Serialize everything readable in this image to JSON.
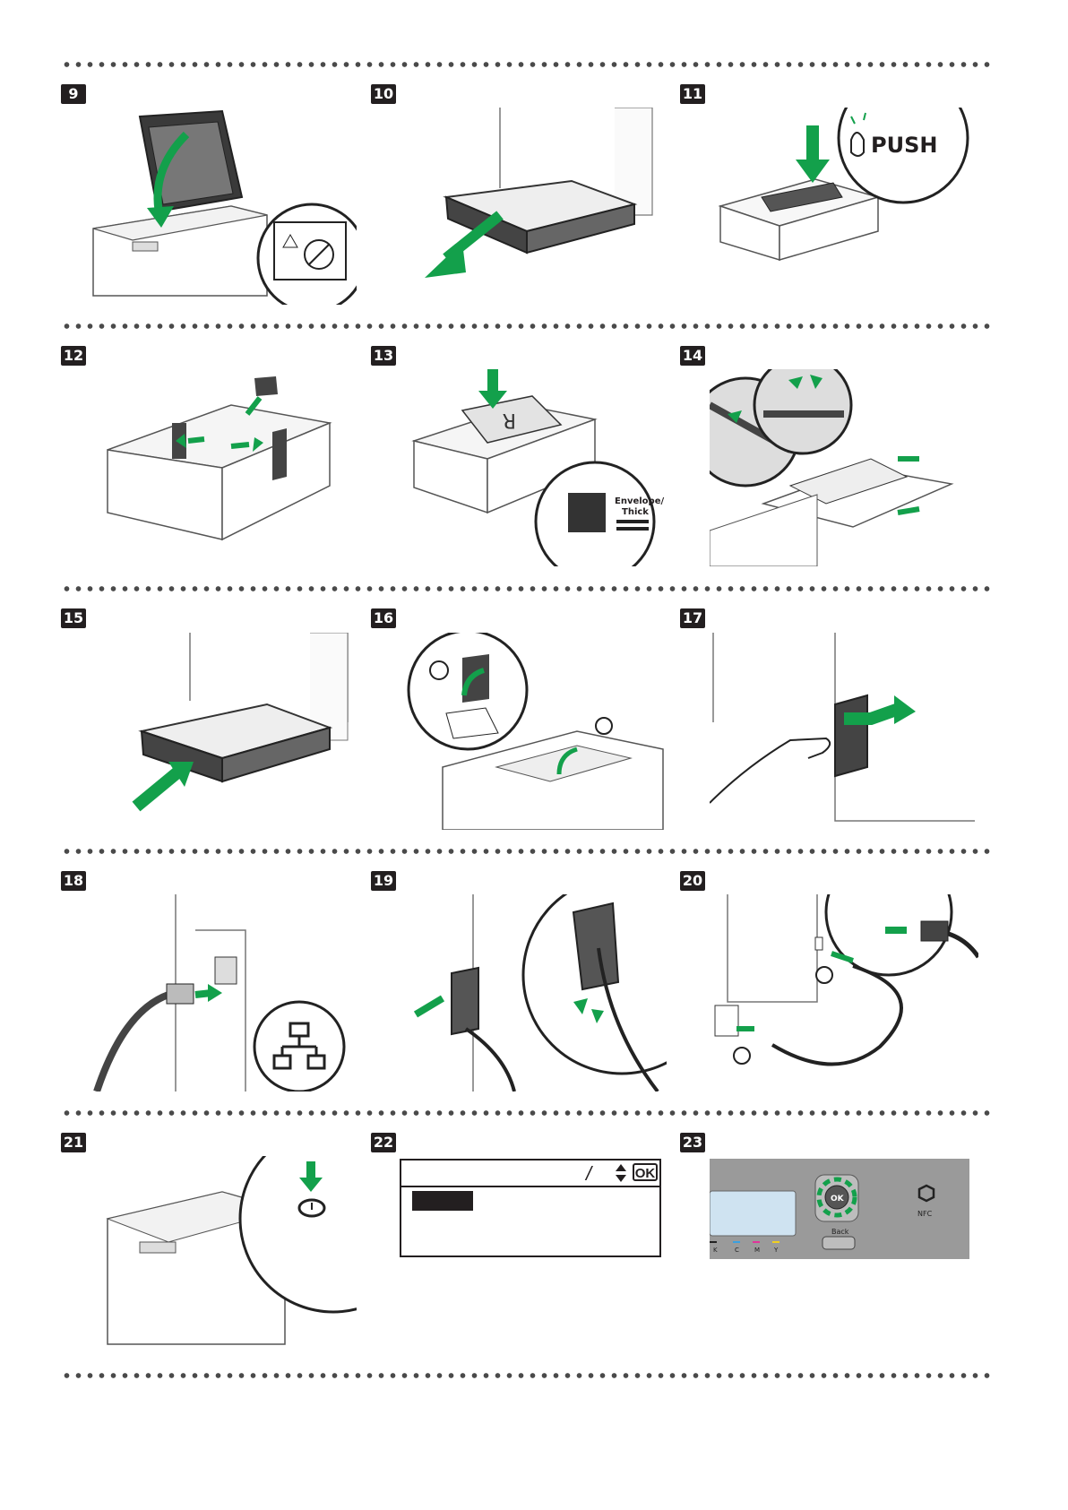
{
  "steps": [
    {
      "num": "9"
    },
    {
      "num": "10"
    },
    {
      "num": "11"
    },
    {
      "num": "12"
    },
    {
      "num": "13"
    },
    {
      "num": "14"
    },
    {
      "num": "15"
    },
    {
      "num": "16"
    },
    {
      "num": "17"
    },
    {
      "num": "18"
    },
    {
      "num": "19"
    },
    {
      "num": "20"
    },
    {
      "num": "21"
    },
    {
      "num": "22"
    },
    {
      "num": "23"
    }
  ],
  "labels": {
    "push": "PUSH",
    "envelope": "Envelope/",
    "thick": "Thick",
    "lcd_ok": "OK",
    "panel_ok": "OK",
    "panel_back": "Back",
    "panel_nfc": "NFC",
    "color_k": "K",
    "color_c": "C",
    "color_m": "M",
    "color_y": "Y"
  },
  "colors": {
    "accent_green": "#13a04b",
    "ink": "#231f20",
    "panel_gray": "#8e8e8e",
    "lcd_blue": "#cfe3f1"
  }
}
